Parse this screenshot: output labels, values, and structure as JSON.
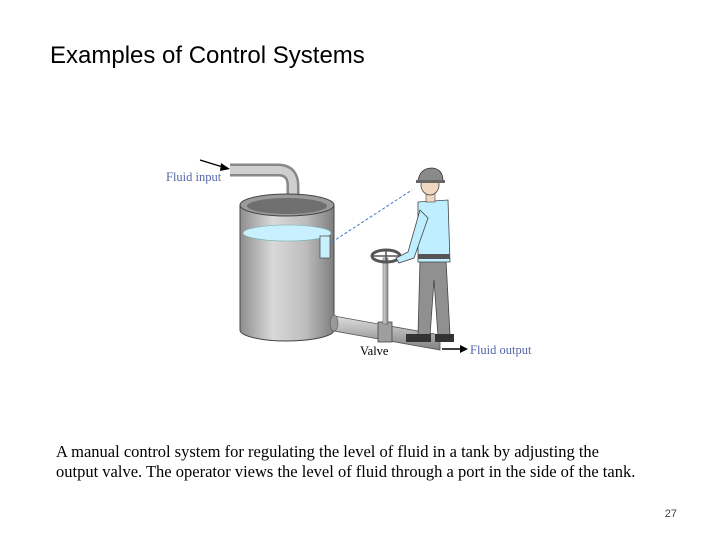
{
  "slide": {
    "title": "Examples of Control Systems",
    "page_number": "27"
  },
  "diagram": {
    "labels": {
      "fluid_input": "Fluid input",
      "valve": "Valve",
      "fluid_output": "Fluid output"
    },
    "colors": {
      "label": "#5566aa",
      "fluid": "#c8f0ff",
      "shirt": "#bfefff",
      "pants": "#909090",
      "metal": "#b4b4b4"
    }
  },
  "caption": {
    "line1": "A manual control system for regulating the level of fluid in a tank by adjusting the",
    "line2": "output valve. The operator views the level of fluid through a port in the side of the tank."
  }
}
